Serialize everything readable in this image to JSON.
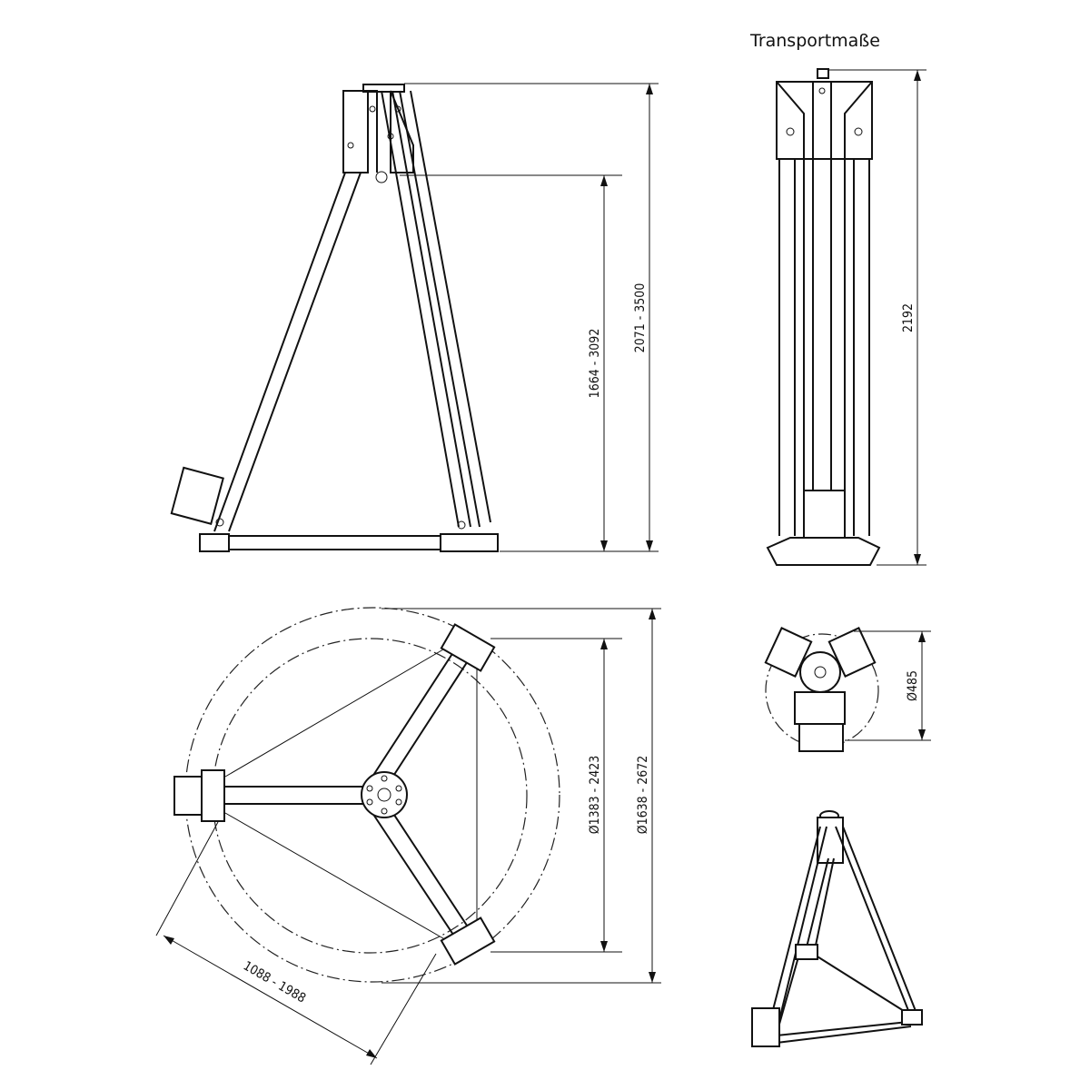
{
  "title": "Transportmaße",
  "dimensions": {
    "side_inner_height": "1664 - 3092",
    "side_total_height": "2071 - 3500",
    "transport_height": "2192",
    "top_inner_diameter": "Ø1383 - 2423",
    "top_outer_diameter": "Ø1638 - 2672",
    "transport_diameter": "Ø485",
    "leg_length": "1088 - 1988"
  }
}
